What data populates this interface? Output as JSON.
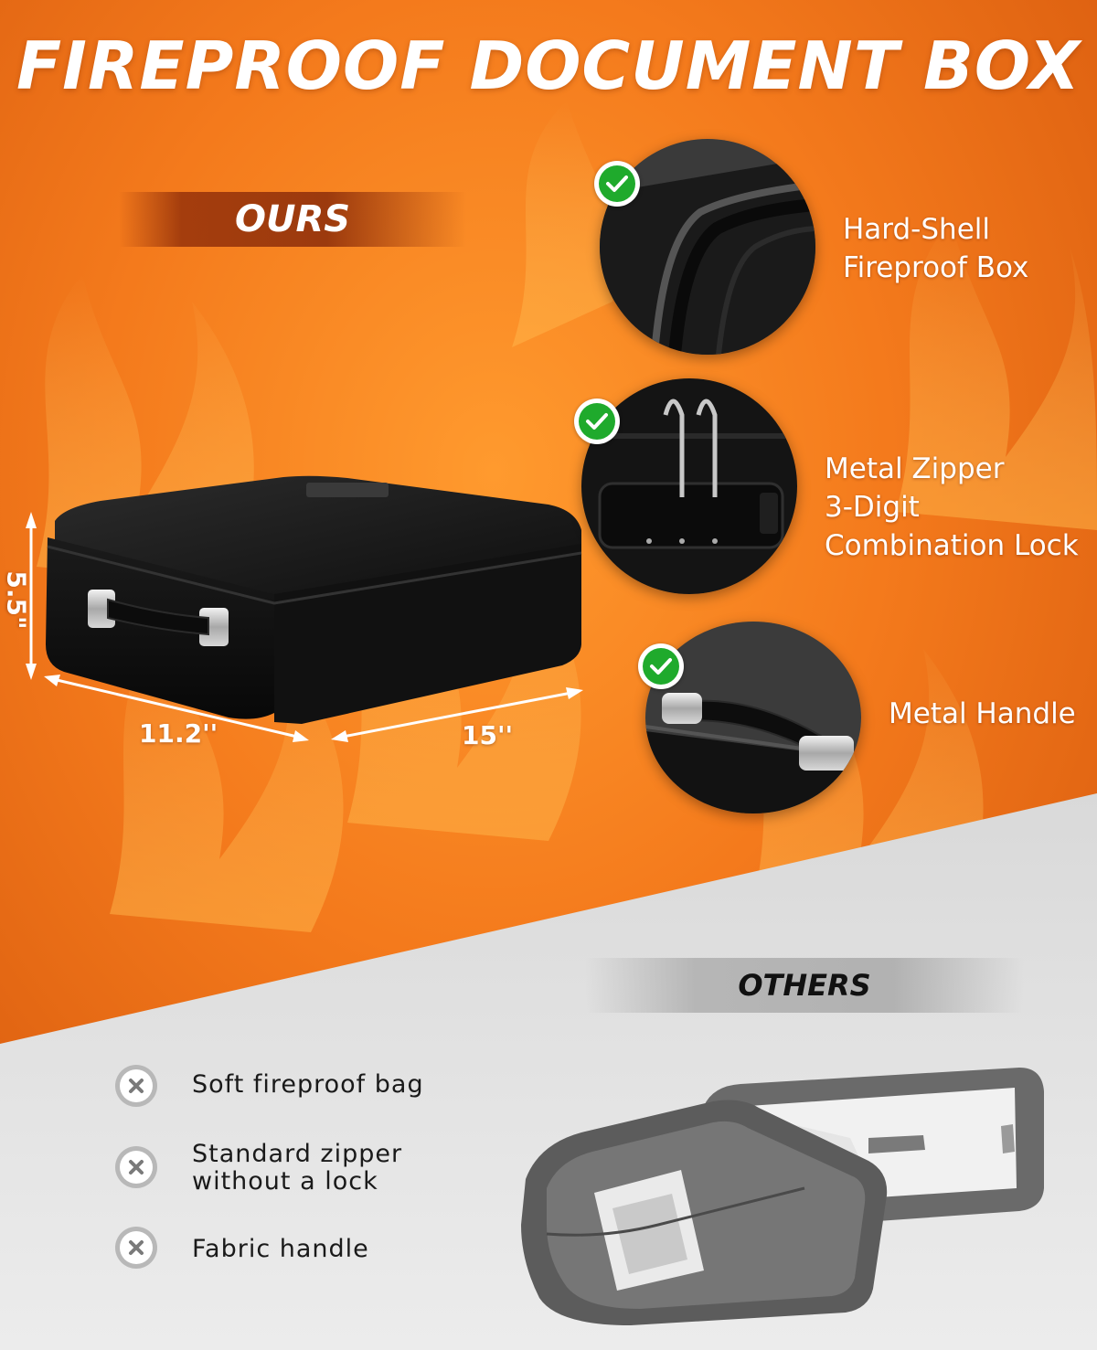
{
  "title": "FIREPROOF DOCUMENT BOX",
  "ours": {
    "label": "OURS",
    "dimensions": {
      "height": "5.5\"",
      "depth": "11.2''",
      "width": "15''"
    },
    "features": [
      {
        "lines": [
          "Hard-Shell",
          "Fireproof Box"
        ],
        "icon": "check-icon"
      },
      {
        "lines": [
          "Metal Zipper",
          "3-Digit",
          "Combination Lock"
        ],
        "icon": "check-icon"
      },
      {
        "lines": [
          "Metal Handle"
        ],
        "icon": "check-icon"
      }
    ]
  },
  "others": {
    "label": "OTHERS",
    "cons": [
      {
        "lines": [
          "Soft fireproof bag"
        ],
        "icon": "x-icon"
      },
      {
        "lines": [
          "Standard zipper",
          "without a lock"
        ],
        "icon": "x-icon"
      },
      {
        "lines": [
          "Fabric handle"
        ],
        "icon": "x-icon"
      }
    ]
  },
  "colors": {
    "fire": "#ec6a14",
    "check": "#1faa2c",
    "grey_panel": "#e4e4e4",
    "box": "#141414"
  }
}
